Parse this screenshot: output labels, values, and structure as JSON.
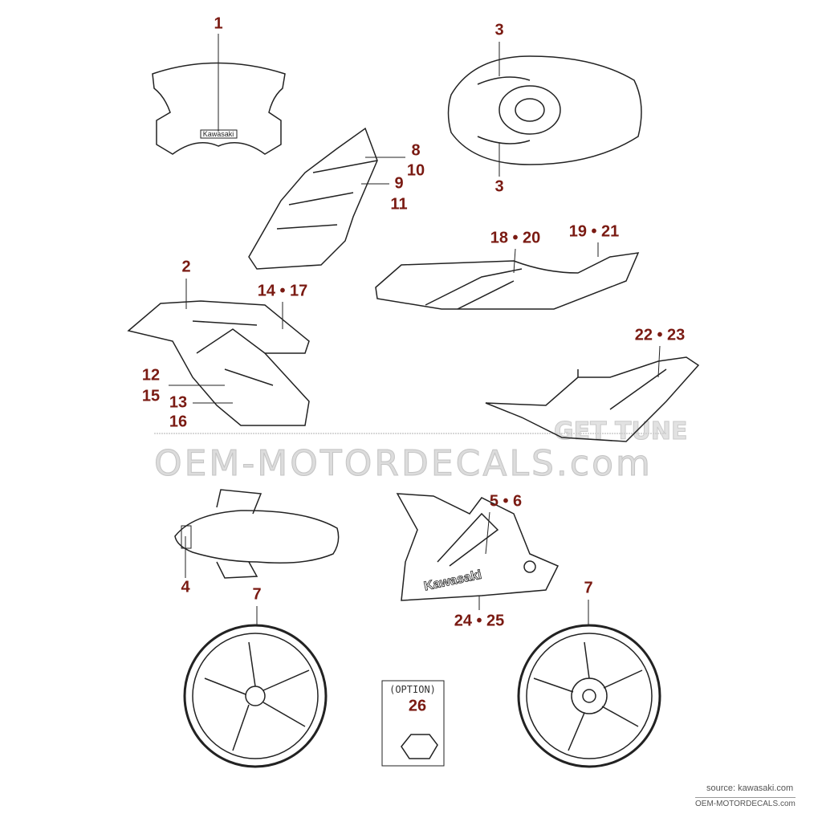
{
  "callouts": {
    "c1": "1",
    "c3_top": "3",
    "c3_bottom": "3",
    "c8": "8",
    "c10": "10",
    "c9": "9",
    "c11": "11",
    "c18_20": "18 • 20",
    "c19_21": "19 • 21",
    "c2": "2",
    "c14_17": "14 • 17",
    "c22_23": "22 • 23",
    "c12": "12",
    "c15": "15",
    "c13": "13",
    "c16": "16",
    "c5_6": "5 • 6",
    "c4": "4",
    "c7_left": "7",
    "c7_right": "7",
    "c24_25": "24 • 25",
    "option": "(OPTION)",
    "c26": "26"
  },
  "part_text": {
    "screen_logo": "Kawasaki",
    "cowl_logo": "Kawasaki"
  },
  "watermark": {
    "main": "OEM-MOTORDECALS.com",
    "secondary": "GET TUNE"
  },
  "footer": {
    "source": "source: kawasaki.com",
    "site": "OEM-MOTORDECALS.com"
  },
  "colors": {
    "callout": "#7a1a12",
    "line": "#222222"
  }
}
